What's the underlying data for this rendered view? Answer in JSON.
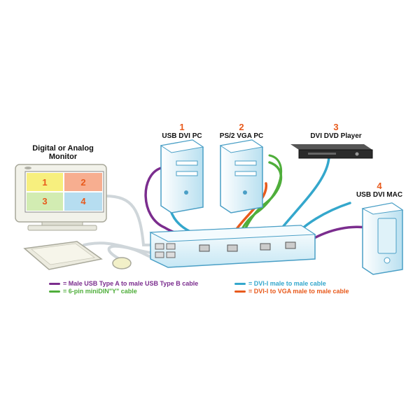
{
  "devices": {
    "monitor": {
      "label": "Digital or Analog\nMonitor",
      "quadrants": [
        "1",
        "2",
        "3",
        "4"
      ]
    },
    "pc1": {
      "number": "1",
      "label": "USB DVI PC"
    },
    "pc2": {
      "number": "2",
      "label": "PS/2 VGA PC"
    },
    "dvd": {
      "number": "3",
      "label": "DVI DVD Player"
    },
    "mac": {
      "number": "4",
      "label": "USB DVI MAC"
    }
  },
  "legend": [
    {
      "text": "= Male USB Type A to male USB  Type B cable",
      "color": "#7b2d8e"
    },
    {
      "text": "= 6-pin miniDIN\"Y\" cable",
      "color": "#4fae3b"
    },
    {
      "text": "= DVI-I male to male cable",
      "color": "#34a7cc"
    },
    {
      "text": "= DVI-I to VGA male to male cable",
      "color": "#e85a1c"
    }
  ],
  "colors": {
    "usb": "#7b2d8e",
    "ps2": "#4fae3b",
    "dvi": "#34a7cc",
    "vga": "#e85a1c",
    "device_body": "#e8f4f8",
    "device_edge": "#4a9fc6"
  }
}
